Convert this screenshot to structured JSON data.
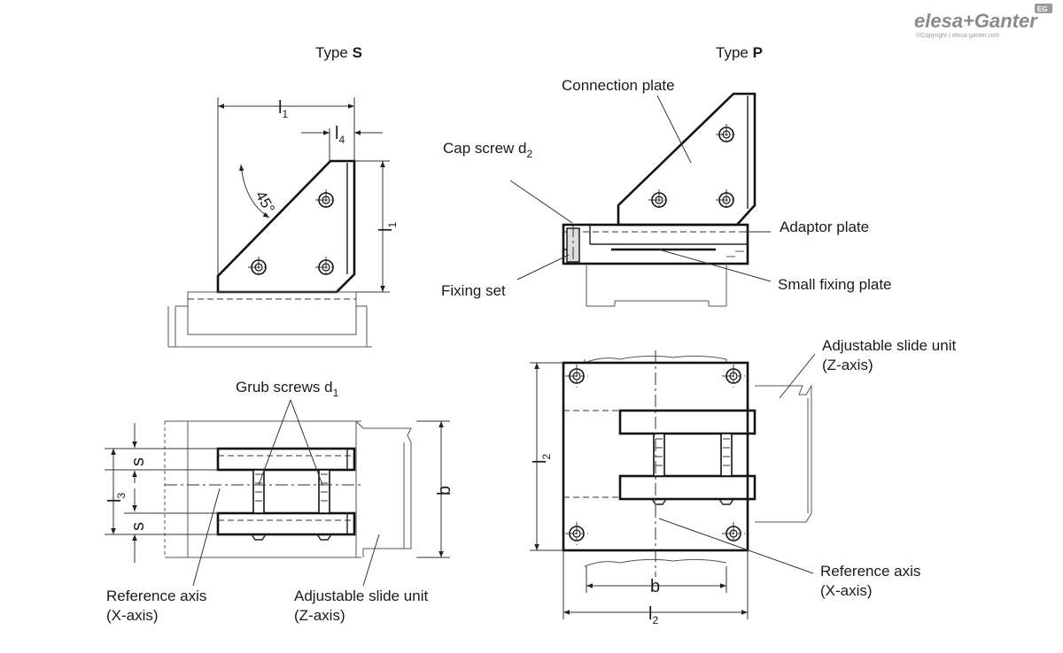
{
  "brand": {
    "logo": "elesa+Ganter",
    "badge": "EG",
    "copyright": "©Copyright | elesa-ganter.com"
  },
  "titles": {
    "type_s_prefix": "Type ",
    "type_s_letter": "S",
    "type_p_prefix": "Type ",
    "type_p_letter": "P"
  },
  "labels": {
    "connection_plate": "Connection plate",
    "cap_screw": "Cap screw d",
    "cap_screw_sub": "2",
    "adaptor_plate": "Adaptor plate",
    "fixing_set": "Fixing set",
    "small_fixing_plate": "Small fixing plate",
    "grub_screws": "Grub screws d",
    "grub_screws_sub": "1",
    "adjustable_slide_unit_right_1": "Adjustable slide unit",
    "adjustable_slide_unit_right_2": "(Z-axis)",
    "reference_axis_right_1": "Reference axis",
    "reference_axis_right_2": "(X-axis)",
    "reference_axis_left_1": "Reference axis",
    "reference_axis_left_2": "(X-axis)",
    "adjustable_slide_unit_left_1": "Adjustable slide unit",
    "adjustable_slide_unit_left_2": "(Z-axis)"
  },
  "dimensions": {
    "l1_top": "l",
    "l1_top_sub": "1",
    "l4": "l",
    "l4_sub": "4",
    "l1_side": "l",
    "l1_side_sub": "1",
    "angle": "45°",
    "s_top": "s",
    "s_bottom": "s",
    "l3": "l",
    "l3_sub": "3",
    "b_left": "b",
    "l2_side": "l",
    "l2_side_sub": "2",
    "b_bottom": "b",
    "l2_bottom": "l",
    "l2_bottom_sub": "2"
  }
}
